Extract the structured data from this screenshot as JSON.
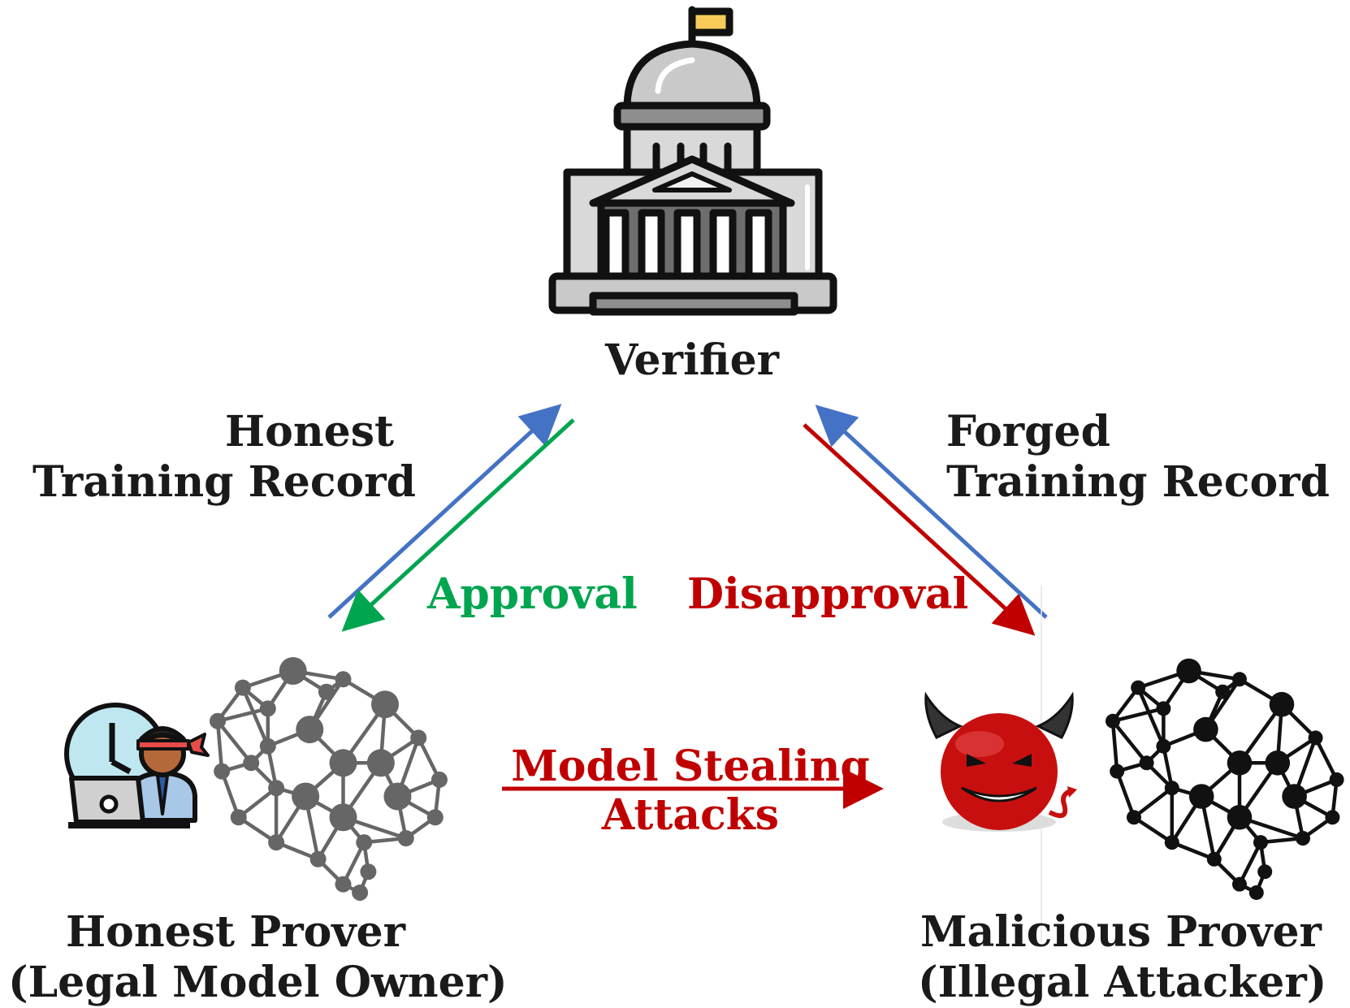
{
  "nodes": {
    "verifier": {
      "label": "Verifier"
    },
    "honest_prover": {
      "line1": "Honest Prover",
      "line2": "(Legal Model Owner)"
    },
    "malicious_prover": {
      "line1": "Malicious Prover",
      "line2": "(Illegal Attacker)"
    }
  },
  "edges": {
    "honest_record": {
      "line1": "Honest",
      "line2": "Training Record"
    },
    "forged_record": {
      "line1": "Forged",
      "line2": "Training Record"
    },
    "approval": "Approval",
    "disapproval": "Disapproval",
    "model_stealing": {
      "line1": "Model Stealing",
      "line2": "Attacks"
    }
  },
  "colors": {
    "submit_arrow": "#4472c4",
    "approval": "#00a54f",
    "disapproval": "#c00000",
    "attack": "#c00000",
    "text": "#1a1a1a"
  },
  "icons": [
    "capitol-building-icon",
    "office-worker-icon",
    "devil-icon",
    "neural-brain-icon"
  ]
}
